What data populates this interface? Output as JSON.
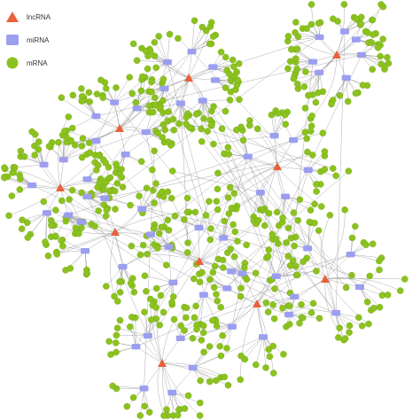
{
  "legend": [
    {
      "label": "lncRNA",
      "shape": "triangle",
      "color": "#e8613a"
    },
    {
      "label": "miRNA",
      "shape": "rounded-rect",
      "color": "#9c9ef0"
    },
    {
      "label": "mRNA",
      "shape": "circle",
      "color": "#8cc21e"
    }
  ],
  "colors": {
    "edge": "#8a8a8a",
    "lncrna": "#e8613a",
    "mirna": "#9c9ef0",
    "mrna": "#8cc21e",
    "mrna_stroke": "#6a9a10",
    "background": "#ffffff"
  }
}
